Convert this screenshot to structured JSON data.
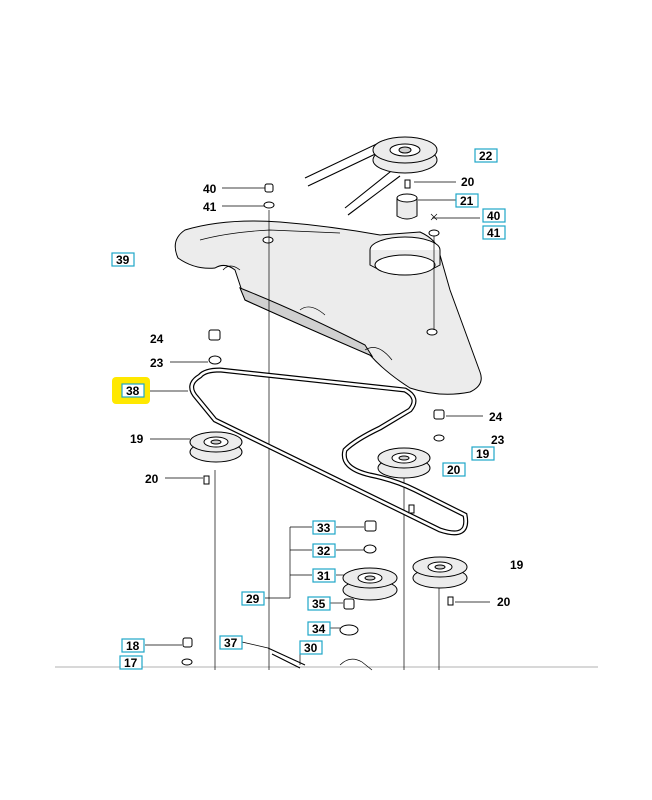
{
  "highlight_color": "#ffe800",
  "label_box_color": "#1fa6c8",
  "callouts": {
    "c22": "22",
    "c20a": "20",
    "c21": "21",
    "c40a": "40",
    "c41a": "41",
    "c40b": "40",
    "c41b": "41",
    "c39": "39",
    "c24a": "24",
    "c23a": "23",
    "c38": "38",
    "c24b": "24",
    "c23b": "23",
    "c19a": "19",
    "c20b": "20",
    "c19b": "19",
    "c20c": "20",
    "c33": "33",
    "c32": "32",
    "c31": "31",
    "c29": "29",
    "c35": "35",
    "c19c": "19",
    "c20d": "20",
    "c34": "34",
    "c18": "18",
    "c37": "37",
    "c30": "30",
    "c17": "17"
  }
}
